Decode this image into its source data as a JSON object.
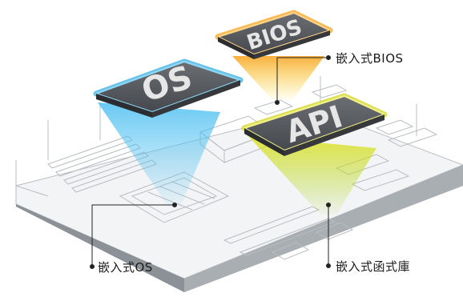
{
  "tiles": {
    "bios": "BIOS",
    "os": "OS",
    "api": "API"
  },
  "callouts": {
    "bios": "嵌入式BIOS",
    "os": "嵌入式OS",
    "library": "嵌入式函式庫"
  },
  "colors": {
    "os_glow": "#29a9e0",
    "bios_glow": "#f7a21b",
    "api_glow": "#c8d21e",
    "tile_face": "#5a5d62",
    "tile_text": "#e6e6e6",
    "board_line": "#b9bdc2"
  }
}
